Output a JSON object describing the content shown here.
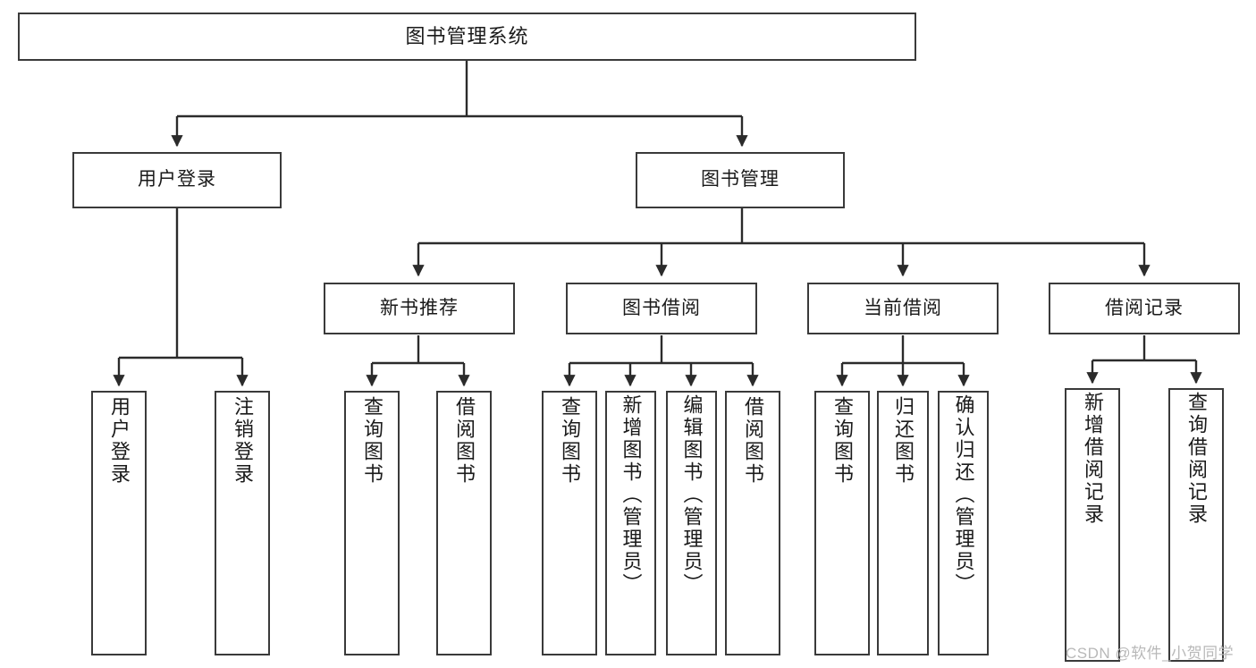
{
  "diagram": {
    "title": "图书管理系统",
    "type": "tree",
    "watermark": "CSDN @软件_小贺同学",
    "colors": {
      "box_border": "#3a3a3a",
      "box_fill": "#ffffff",
      "edge": "#2b2b2b",
      "text": "#1a1a1a",
      "watermark": "#b8b8b8",
      "background": "#ffffff"
    },
    "nodes": {
      "root": {
        "label": "图书管理系统"
      },
      "level1": [
        {
          "id": "user-login",
          "label": "用户登录"
        },
        {
          "id": "book-manage",
          "label": "图书管理"
        }
      ],
      "level2": [
        {
          "id": "new-book-rec",
          "label": "新书推荐"
        },
        {
          "id": "book-borrow",
          "label": "图书借阅"
        },
        {
          "id": "current-borrow",
          "label": "当前借阅"
        },
        {
          "id": "borrow-record",
          "label": "借阅记录"
        }
      ],
      "leaves": {
        "user-login": [
          {
            "id": "leaf-user-login",
            "label": "用户登录"
          },
          {
            "id": "leaf-logout",
            "label": "注销登录"
          }
        ],
        "new-book-rec": [
          {
            "id": "leaf-query-book-1",
            "label": "查询图书"
          },
          {
            "id": "leaf-borrow-book-1",
            "label": "借阅图书"
          }
        ],
        "book-borrow": [
          {
            "id": "leaf-query-book-2",
            "label": "查询图书"
          },
          {
            "id": "leaf-add-book",
            "label": "新增图书（管理员）"
          },
          {
            "id": "leaf-edit-book",
            "label": "编辑图书（管理员）"
          },
          {
            "id": "leaf-borrow-book-2",
            "label": "借阅图书"
          }
        ],
        "current-borrow": [
          {
            "id": "leaf-query-book-3",
            "label": "查询图书"
          },
          {
            "id": "leaf-return-book",
            "label": "归还图书"
          },
          {
            "id": "leaf-confirm-return",
            "label": "确认归还（管理员）"
          }
        ],
        "borrow-record": [
          {
            "id": "leaf-add-record",
            "label": "新增借阅记录"
          },
          {
            "id": "leaf-query-record",
            "label": "查询借阅记录"
          }
        ]
      }
    }
  }
}
